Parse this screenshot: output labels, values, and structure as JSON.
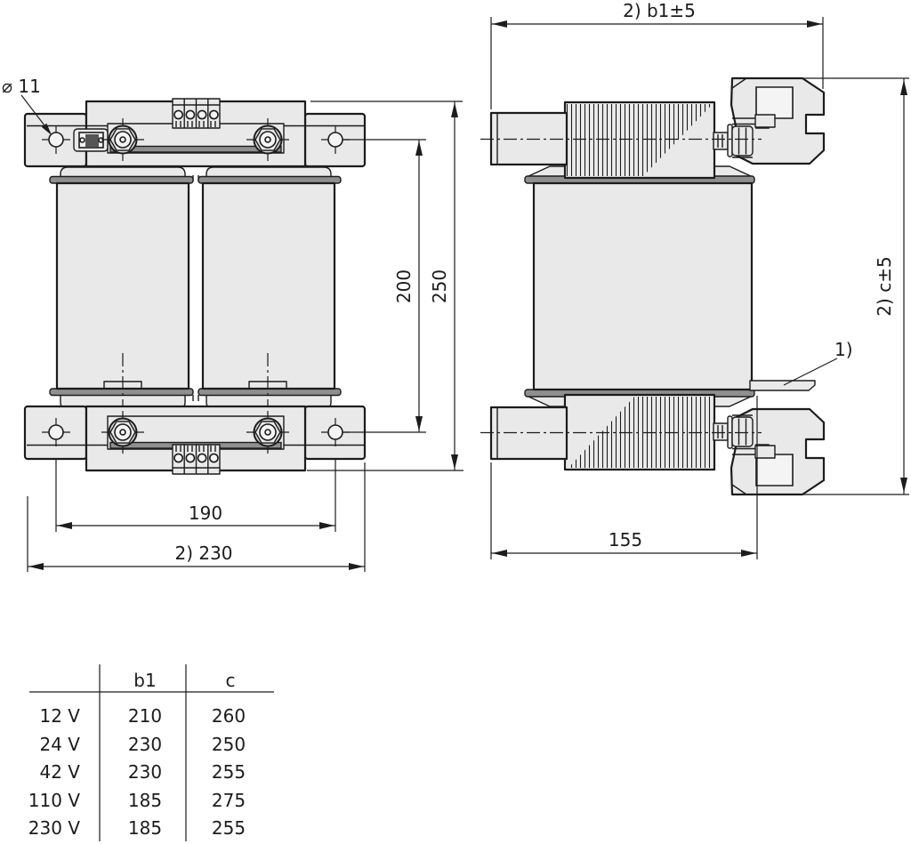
{
  "drawing": {
    "front_view": {
      "hole_label": "⌀ 11",
      "dims": {
        "vertical_inner": "200",
        "vertical_outer": "250",
        "horizontal_inner": "190",
        "horizontal_outer": "2) 230"
      }
    },
    "side_view": {
      "dims": {
        "width": "2) b1±5",
        "height": "2) c±5",
        "depth": "155"
      },
      "note": "1)"
    },
    "table": {
      "col_headers": [
        "b1",
        "c"
      ],
      "rows": [
        {
          "voltage": "12 V",
          "b1": "210",
          "c": "260"
        },
        {
          "voltage": "24 V",
          "b1": "230",
          "c": "250"
        },
        {
          "voltage": "42 V",
          "b1": "230",
          "c": "255"
        },
        {
          "voltage": "110 V",
          "b1": "185",
          "c": "275"
        },
        {
          "voltage": "230 V",
          "b1": "185",
          "c": "255"
        }
      ]
    },
    "colors": {
      "line": "#1c1c1c",
      "fill_light": "#e9e9e9",
      "fill_mid": "#d7d7d7",
      "fill_dark": "#8f8f8f",
      "background": "#ffffff"
    }
  }
}
